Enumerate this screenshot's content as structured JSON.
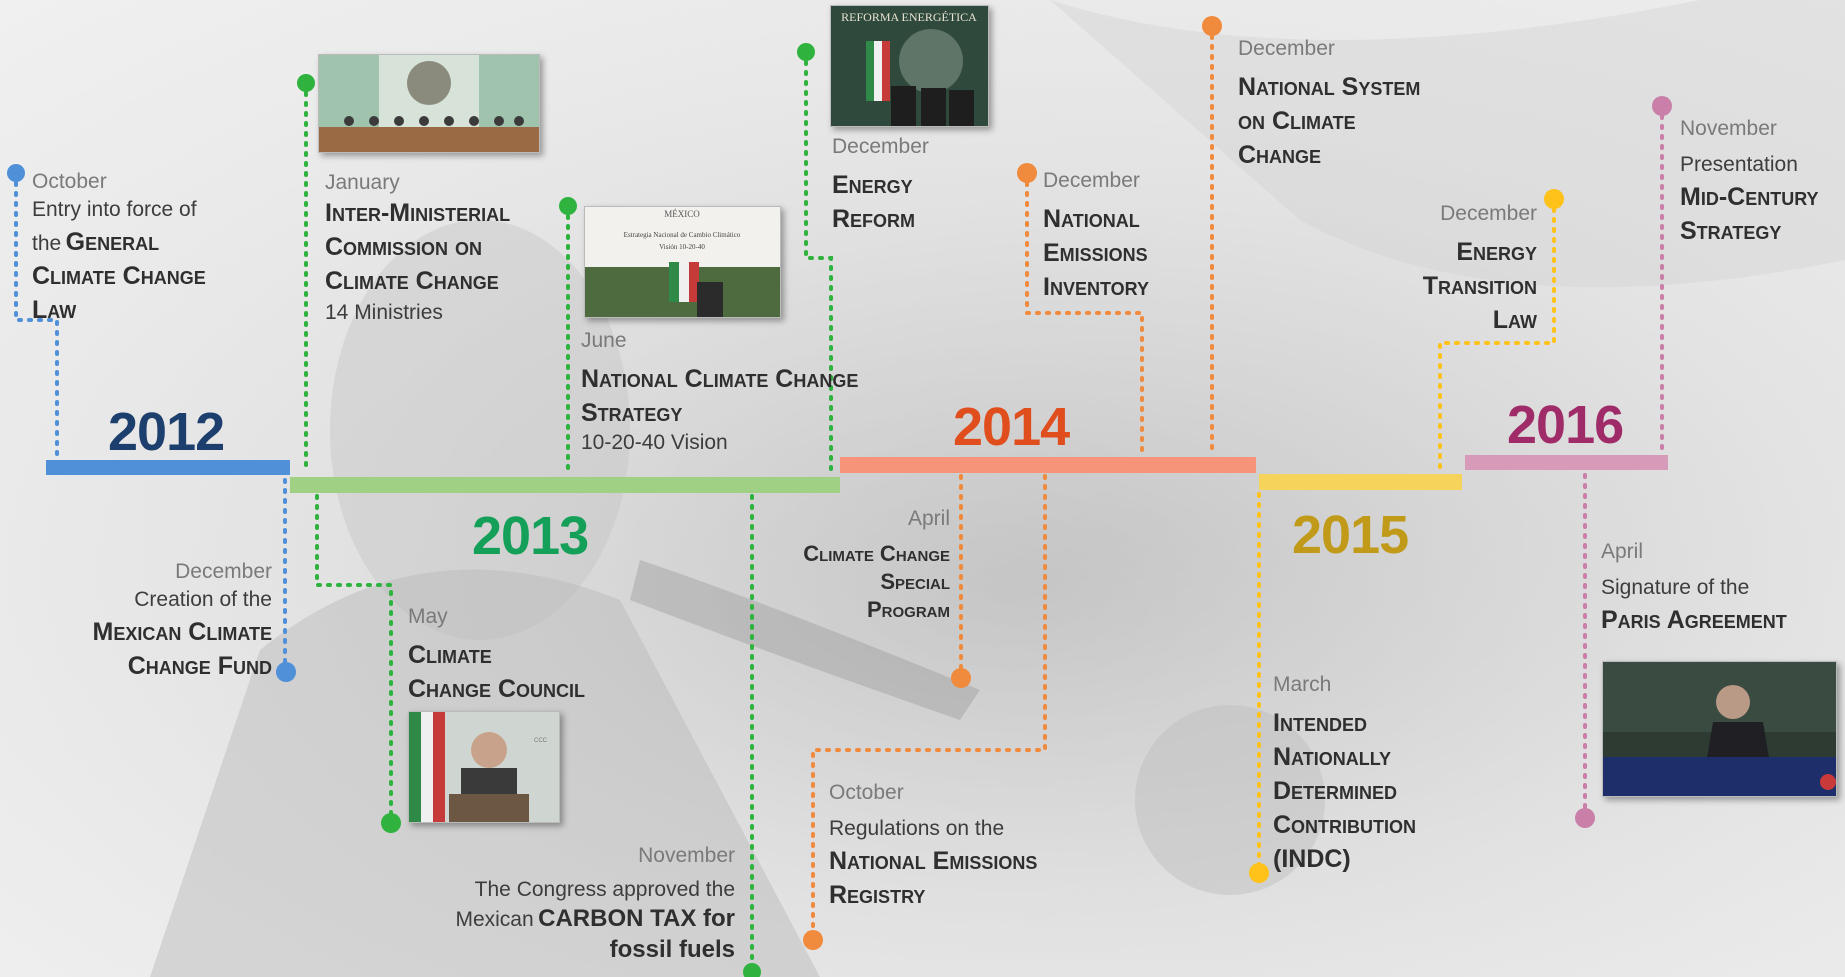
{
  "colors": {
    "y2012": "#4f90d8",
    "y2012_text": "#1c3f6e",
    "y2013": "#9fd084",
    "y2013_text": "#15a05a",
    "y2013_dot": "#2fb33e",
    "y2014": "#f59478",
    "y2014_text": "#e04e1e",
    "y2014_dot": "#f08a3c",
    "y2015": "#f6d35a",
    "y2015_text": "#c09a18",
    "y2015_dot": "#ffc21a",
    "y2016": "#d79bb9",
    "y2016_text": "#a02b69",
    "y2016_dot": "#c97fa8"
  },
  "years": {
    "y2012": "2012",
    "y2013": "2013",
    "y2014": "2014",
    "y2015": "2015",
    "y2016": "2016"
  },
  "events": {
    "oct2012": {
      "month": "October",
      "line1": "Entry into force of",
      "pre2": "the",
      "bold2": "General",
      "bold3": "Climate Change",
      "bold4": "Law"
    },
    "dec2012": {
      "month": "December",
      "line1": "Creation of the",
      "bold1": "Mexican Climate",
      "bold2": "Change Fund"
    },
    "jan2013": {
      "month": "January",
      "bold1": "Inter-Ministerial",
      "bold2": "Commission on",
      "bold3": "Climate Change",
      "line4": "14 Ministries"
    },
    "may2013": {
      "month": "May",
      "bold1": "Climate",
      "bold2": "Change Council"
    },
    "jun2013": {
      "month": "June",
      "bold1": "National Climate Change",
      "bold2": "Strategy",
      "line3": "10-20-40 Vision"
    },
    "nov2013": {
      "month": "November",
      "line1": "The Congress approved the",
      "pre2": "Mexican",
      "bold2": "CARBON TAX for",
      "bold3": "fossil fuels"
    },
    "dec2013": {
      "month": "December",
      "bold1": "Energy",
      "bold2": "Reform"
    },
    "apr2014": {
      "month": "April",
      "bold1": "Climate Change",
      "bold2": "Special",
      "bold3": "Program"
    },
    "oct2014": {
      "month": "October",
      "line1": "Regulations on the",
      "bold1": "National Emissions",
      "bold2": "Registry"
    },
    "dec2014a": {
      "month": "December",
      "bold1": "National",
      "bold2": "Emissions",
      "bold3": "Inventory"
    },
    "dec2014b": {
      "month": "December",
      "bold1": "National System",
      "bold2": "on Climate",
      "bold3": "Change"
    },
    "mar2015": {
      "month": "March",
      "bold1": "Intended",
      "bold2": "Nationally",
      "bold3": "Determined",
      "bold4": "Contribution",
      "bold5": "(INDC)"
    },
    "dec2015": {
      "month": "December",
      "bold1": "Energy",
      "bold2": "Transition",
      "bold3": "Law"
    },
    "apr2016": {
      "month": "April",
      "line1": "Signature of the",
      "bold1": "Paris Agreement"
    },
    "nov2016": {
      "month": "November",
      "line1": "Presentation",
      "bold1": "Mid-Century",
      "bold2": "Strategy"
    }
  },
  "photos": {
    "commission": {
      "caption": ""
    },
    "strategy": {
      "banner_top": "MÉXICO",
      "banner_title": "Estrategia Nacional de Cambio Climático",
      "banner_sub": "Visión 10-20-40"
    },
    "reform": {
      "banner": "REFORMA ENERGÉTICA"
    },
    "council": {
      "caption": ""
    },
    "paris": {
      "caption": ""
    }
  }
}
